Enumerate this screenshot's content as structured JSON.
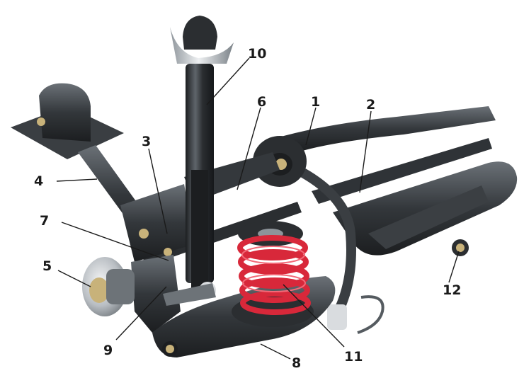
{
  "diagram": {
    "subject_icon": "rear-suspension-assembly-icon",
    "colors": {
      "metal_dark": "#2b2e31",
      "metal_mid": "#4a4f54",
      "metal_light": "#8d949a",
      "spring_red": "#d8283a",
      "spring_highlight": "#f26a78",
      "spring_pad": "#3a3d40",
      "chrome": "#c9ccd0",
      "bolt_gold": "#c8b27a"
    },
    "callouts": [
      {
        "id": "1",
        "label": "1"
      },
      {
        "id": "2",
        "label": "2"
      },
      {
        "id": "3",
        "label": "3"
      },
      {
        "id": "4",
        "label": "4"
      },
      {
        "id": "5",
        "label": "5"
      },
      {
        "id": "6",
        "label": "6"
      },
      {
        "id": "7",
        "label": "7"
      },
      {
        "id": "8",
        "label": "8"
      },
      {
        "id": "9",
        "label": "9"
      },
      {
        "id": "10",
        "label": "10"
      },
      {
        "id": "11",
        "label": "11"
      },
      {
        "id": "12",
        "label": "12"
      }
    ]
  }
}
